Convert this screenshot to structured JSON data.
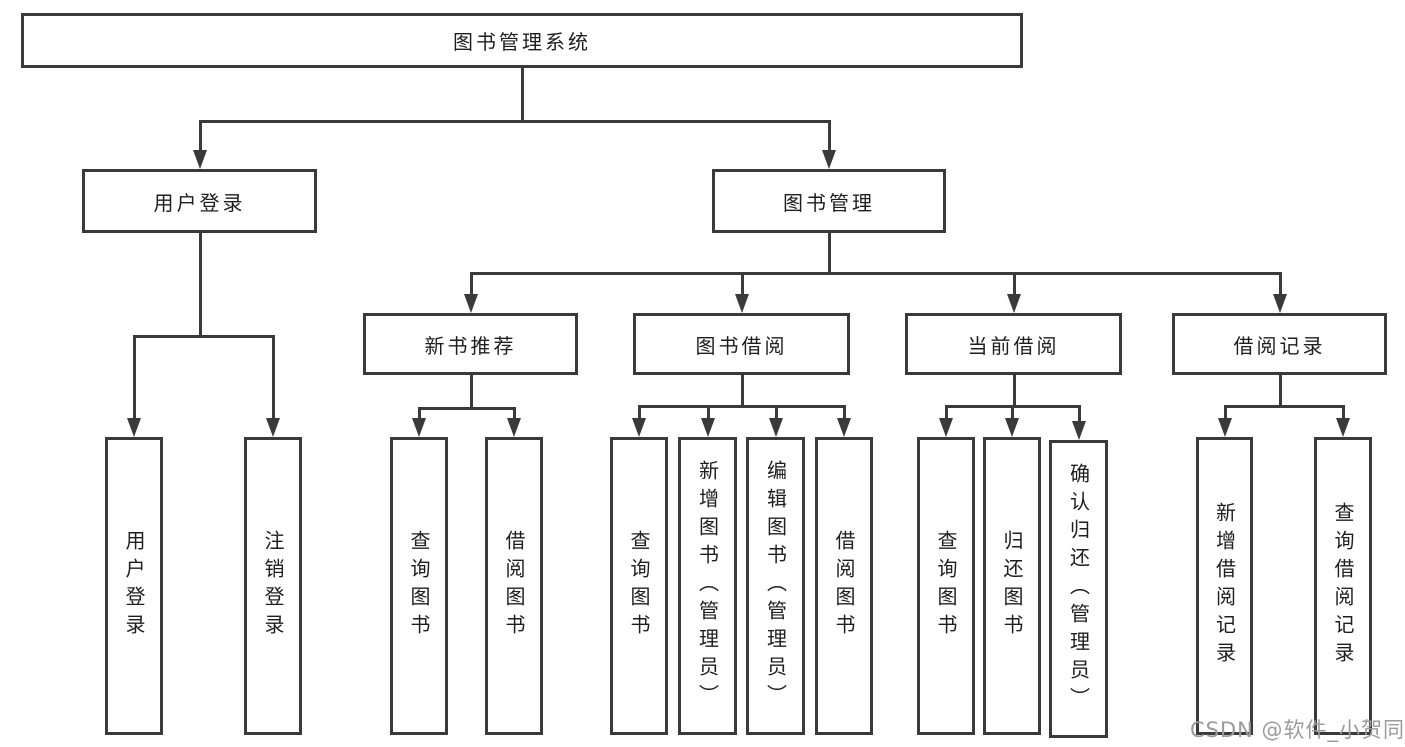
{
  "tree": {
    "label": "图书管理系统",
    "children": [
      {
        "label": "用户登录",
        "children": [
          {
            "label": "用户登录"
          },
          {
            "label": "注销登录"
          }
        ]
      },
      {
        "label": "图书管理",
        "children": [
          {
            "label": "新书推荐",
            "children": [
              {
                "label": "查询图书"
              },
              {
                "label": "借阅图书"
              }
            ]
          },
          {
            "label": "图书借阅",
            "children": [
              {
                "label": "查询图书"
              },
              {
                "label": "新增图书（管理员）"
              },
              {
                "label": "编辑图书（管理员）"
              },
              {
                "label": "借阅图书"
              }
            ]
          },
          {
            "label": "当前借阅",
            "children": [
              {
                "label": "查询图书"
              },
              {
                "label": "归还图书"
              },
              {
                "label": "确认归还（管理员）"
              }
            ]
          },
          {
            "label": "借阅记录",
            "children": [
              {
                "label": "新增借阅记录"
              },
              {
                "label": "查询借阅记录"
              }
            ]
          }
        ]
      }
    ]
  },
  "watermark": {
    "text": "CSDN @软件_小贺同学"
  },
  "colors": {
    "line": "#3a3a3a",
    "text": "#1e1e1e",
    "background": "#ffffff",
    "watermark": "#9b9b9b"
  }
}
